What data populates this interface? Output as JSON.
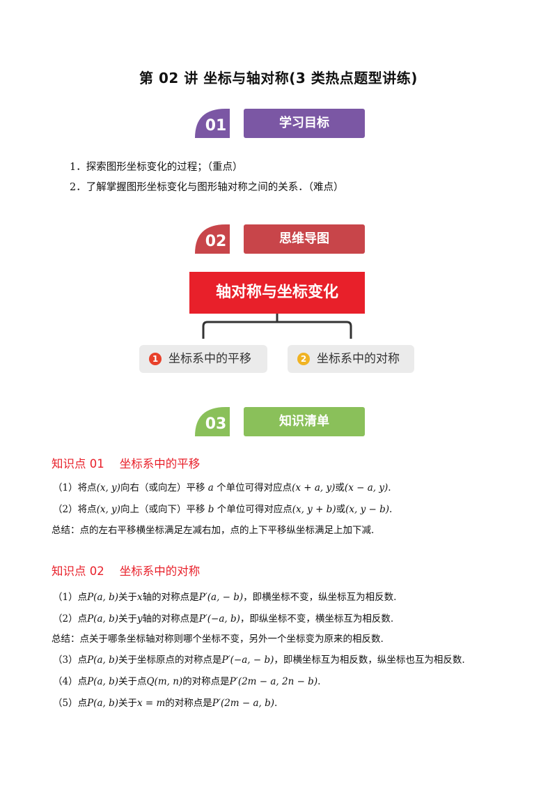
{
  "title": "第 02 讲  坐标与轴对称(3 类热点题型讲练)",
  "sections": [
    {
      "num": "01",
      "label": "学习目标",
      "color": "#7b57a4"
    },
    {
      "num": "02",
      "label": "思维导图",
      "color": "#c8454a"
    },
    {
      "num": "03",
      "label": "知识清单",
      "color": "#8ac05a"
    }
  ],
  "goals": [
    "1．探索图形坐标变化的过程；（重点）",
    "2．了解掌握图形坐标变化与图形轴对称之间的关系．（难点）"
  ],
  "mindmap": {
    "root": "轴对称与坐标变化",
    "children": [
      {
        "marker": "1",
        "label": "坐标系中的平移",
        "marker_color": "#e8402a"
      },
      {
        "marker": "2",
        "label": "坐标系中的对称",
        "marker_color": "#f0b323"
      }
    ]
  },
  "knowledge": [
    {
      "head_num": "知识点 01",
      "head_title": "坐标系中的平移",
      "lines": [
        [
          "（1）将点",
          "(x, y)",
          "向右（或向左）平移",
          "a",
          "个单位可得对应点",
          "(x + a, y)",
          "或",
          "(x − a, y)",
          "."
        ],
        [
          "（2）将点",
          "(x, y)",
          "向上（或向下）平移",
          "b",
          "个单位可得对应点",
          "(x, y + b)",
          "或",
          "(x, y − b)",
          "."
        ],
        [
          "总结：点的左右平移横坐标满足左减右加，点的上下平移纵坐标满足上加下减."
        ]
      ]
    },
    {
      "head_num": "知识点 02",
      "head_title": "坐标系中的对称",
      "lines": [
        [
          "（1）点",
          "P(a, b)",
          "关于",
          "x",
          "轴的对称点是",
          "P′(a, − b)",
          "，即横坐标不变，纵坐标互为相反数."
        ],
        [
          "（2）点",
          "P(a, b)",
          "关于",
          "y",
          "轴的对称点是",
          "P′(−a, b)",
          "，即纵坐标不变，横坐标互为相反数."
        ],
        [
          "总结：点关于哪条坐标轴对称则哪个坐标不变，另外一个坐标变为原来的相反数."
        ],
        [
          "（3）点",
          "P(a, b)",
          "关于坐标原点的对称点是",
          "P′(−a, − b)",
          "，即横坐标互为相反数，纵坐标也互为相反数."
        ],
        [
          "（4）点",
          "P(a, b)",
          "关于点",
          "Q(m, n)",
          "的对称点是",
          "P′(2m − a, 2n − b)",
          "."
        ],
        [
          "（5）点",
          "P(a, b)",
          "关于",
          "x = m",
          "的对称点是",
          "P′(2m − a, b)",
          "."
        ]
      ]
    }
  ]
}
